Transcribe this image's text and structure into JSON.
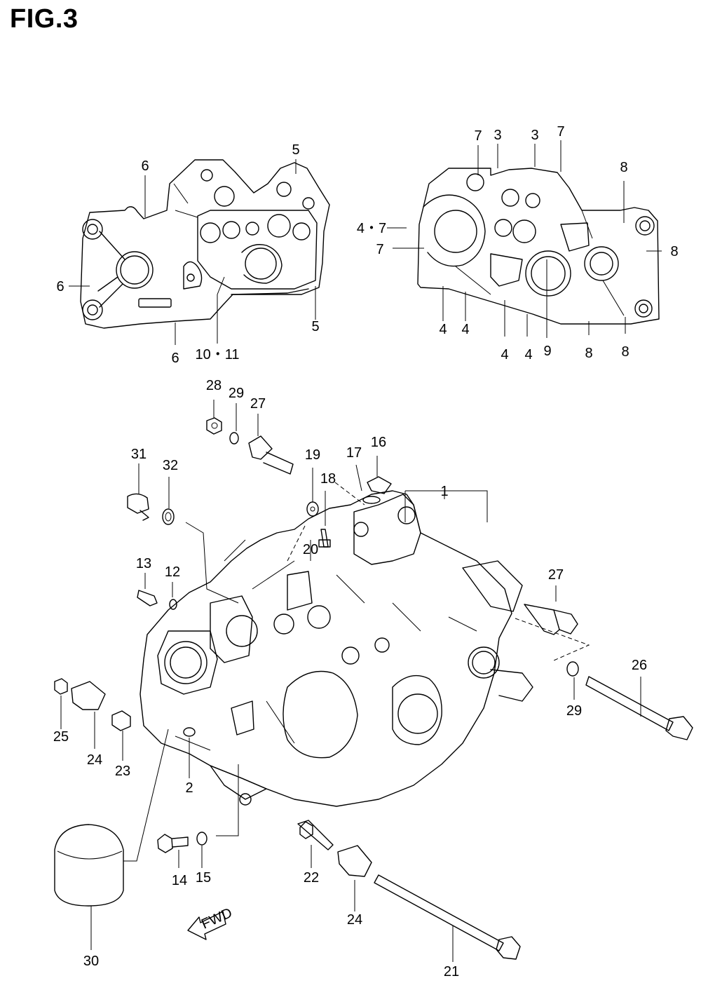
{
  "figure": {
    "title": "FIG.3"
  },
  "fwd_arrow": {
    "label": "FWD"
  },
  "callouts": [
    {
      "id": "c6a",
      "text": "6"
    },
    {
      "id": "c5a",
      "text": "5"
    },
    {
      "id": "c6b",
      "text": "6"
    },
    {
      "id": "c6c",
      "text": "6"
    },
    {
      "id": "c1011",
      "text": "10・11"
    },
    {
      "id": "c5b",
      "text": "5"
    },
    {
      "id": "c7a",
      "text": "7"
    },
    {
      "id": "c3a",
      "text": "3"
    },
    {
      "id": "c3b",
      "text": "3"
    },
    {
      "id": "c7b",
      "text": "7"
    },
    {
      "id": "c8a",
      "text": "8"
    },
    {
      "id": "c47",
      "text": "4・7"
    },
    {
      "id": "c7c",
      "text": "7"
    },
    {
      "id": "c8b",
      "text": "8"
    },
    {
      "id": "c4a",
      "text": "4"
    },
    {
      "id": "c4b",
      "text": "4"
    },
    {
      "id": "c4c",
      "text": "4"
    },
    {
      "id": "c4d",
      "text": "4"
    },
    {
      "id": "c9",
      "text": "9"
    },
    {
      "id": "c8c",
      "text": "8"
    },
    {
      "id": "c8d",
      "text": "8"
    },
    {
      "id": "c28",
      "text": "28"
    },
    {
      "id": "c29a",
      "text": "29"
    },
    {
      "id": "c27a",
      "text": "27"
    },
    {
      "id": "c31",
      "text": "31"
    },
    {
      "id": "c32",
      "text": "32"
    },
    {
      "id": "c19",
      "text": "19"
    },
    {
      "id": "c17",
      "text": "17"
    },
    {
      "id": "c16",
      "text": "16"
    },
    {
      "id": "c18",
      "text": "18"
    },
    {
      "id": "c1",
      "text": "1"
    },
    {
      "id": "c20",
      "text": "20"
    },
    {
      "id": "c13",
      "text": "13"
    },
    {
      "id": "c12",
      "text": "12"
    },
    {
      "id": "c27b",
      "text": "27"
    },
    {
      "id": "c26",
      "text": "26"
    },
    {
      "id": "c29b",
      "text": "29"
    },
    {
      "id": "c25",
      "text": "25"
    },
    {
      "id": "c24a",
      "text": "24"
    },
    {
      "id": "c23",
      "text": "23"
    },
    {
      "id": "c2",
      "text": "2"
    },
    {
      "id": "c14",
      "text": "14"
    },
    {
      "id": "c15",
      "text": "15"
    },
    {
      "id": "c22",
      "text": "22"
    },
    {
      "id": "c24b",
      "text": "24"
    },
    {
      "id": "c30",
      "text": "30"
    },
    {
      "id": "c21",
      "text": "21"
    }
  ]
}
